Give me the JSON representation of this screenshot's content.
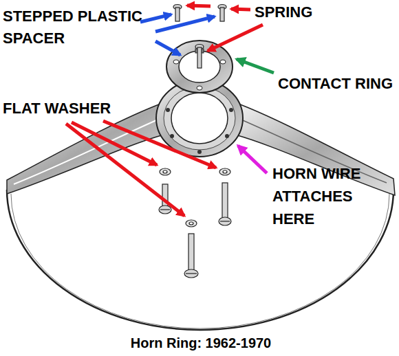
{
  "diagram": {
    "caption": "Horn Ring: 1962-1970",
    "labels": [
      "STEPPED PLASTIC SPACER",
      "SPRING",
      "CONTACT RING",
      "FLAT WASHER",
      "HORN WIRE ATTACHES HERE"
    ]
  }
}
